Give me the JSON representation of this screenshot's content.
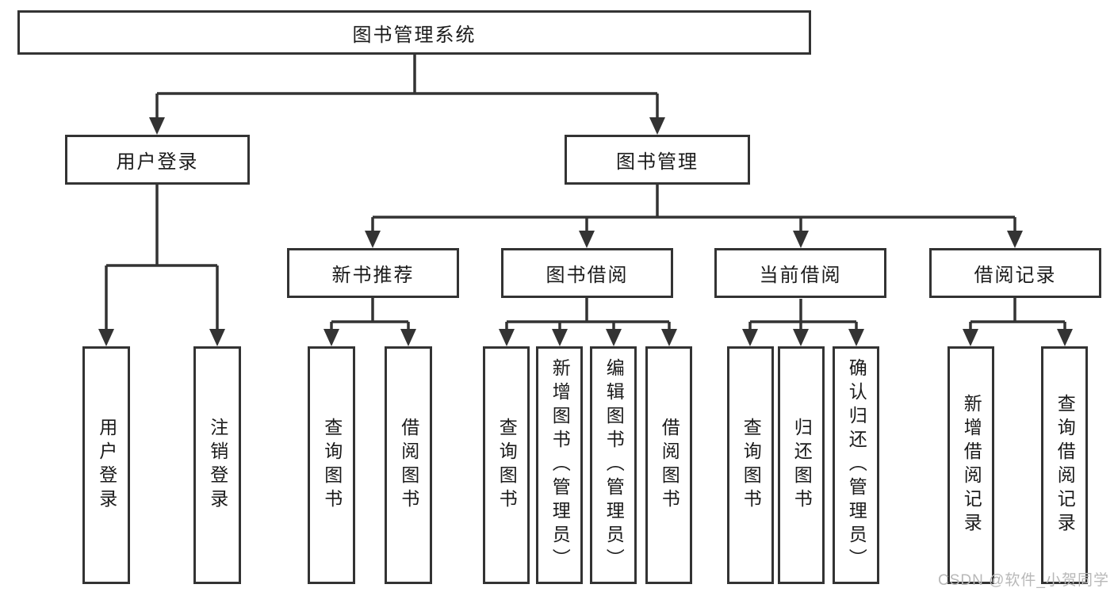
{
  "watermark": "CSDN @软件_小贺同学",
  "colors": {
    "line": "#333333",
    "box_border": "#333333",
    "text": "#1a1a1a",
    "background": "#ffffff",
    "watermark": "#b8b8b8"
  },
  "tree": {
    "label": "图书管理系统",
    "children": [
      {
        "label": "用户登录",
        "children": [
          {
            "label": "用户登录"
          },
          {
            "label": "注销登录"
          }
        ]
      },
      {
        "label": "图书管理",
        "children": [
          {
            "label": "新书推荐",
            "children": [
              {
                "label": "查询图书"
              },
              {
                "label": "借阅图书"
              }
            ]
          },
          {
            "label": "图书借阅",
            "children": [
              {
                "label": "查询图书"
              },
              {
                "label": "新增图书（管理员）"
              },
              {
                "label": "编辑图书（管理员）"
              },
              {
                "label": "借阅图书"
              }
            ]
          },
          {
            "label": "当前借阅",
            "children": [
              {
                "label": "查询图书"
              },
              {
                "label": "归还图书"
              },
              {
                "label": "确认归还（管理员）"
              }
            ]
          },
          {
            "label": "借阅记录",
            "children": [
              {
                "label": "新增借阅记录"
              },
              {
                "label": "查询借阅记录"
              }
            ]
          }
        ]
      }
    ]
  }
}
